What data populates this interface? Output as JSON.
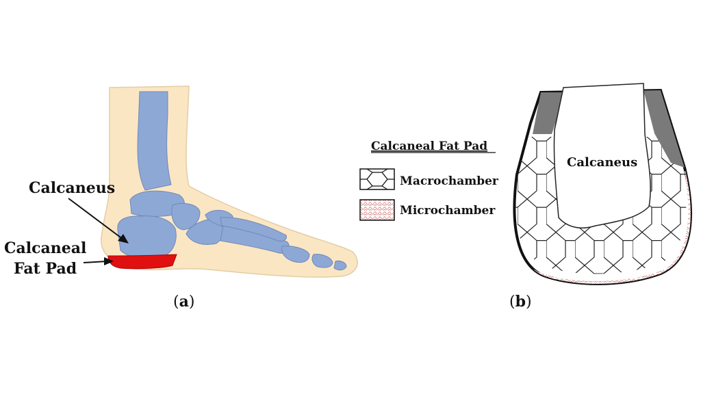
{
  "panel_a": {
    "label_calcaneus": "Calcaneus",
    "label_fat_pad_line1": "Calcaneal",
    "label_fat_pad_line2": "Fat Pad",
    "caption_open": "(",
    "caption_letter": "a",
    "caption_close": ")"
  },
  "legend": {
    "title": "Calcaneal Fat Pad",
    "macrochamber": "Macrochamber",
    "microchamber": "Microchamber"
  },
  "panel_b": {
    "label_calcaneus": "Calcaneus",
    "caption_open": "(",
    "caption_letter": "b",
    "caption_close": ")"
  },
  "colors": {
    "skin": "#fbe6c4",
    "bone": "#8ea8d6",
    "fat_pad": "#e01010",
    "micro_pattern": "#d88080",
    "dark_wall": "#7a7a7a"
  }
}
